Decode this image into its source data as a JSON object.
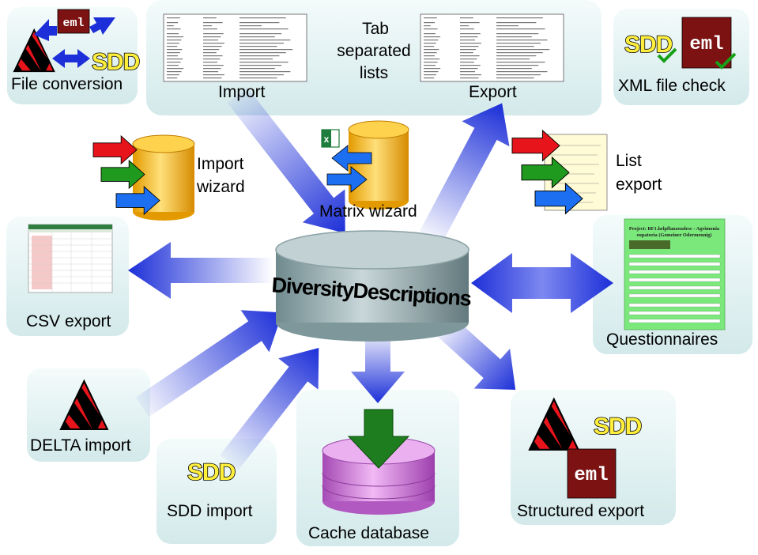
{
  "center": {
    "title": "DiversityDescriptions"
  },
  "nodes": {
    "file_conversion": "File conversion",
    "tab_separated": [
      "Tab",
      "separated",
      "lists"
    ],
    "import": "Import",
    "export": "Export",
    "xml_file_check": "XML file check",
    "import_wizard": [
      "Import",
      "wizard"
    ],
    "matrix_wizard": "Matrix wizard",
    "list_export": [
      "List",
      "export"
    ],
    "csv_export": "CSV export",
    "questionnaires": "Questionnaires",
    "delta_import": "DELTA import",
    "sdd_import": "SDD import",
    "cache_database": "Cache database",
    "structured_export": "Structured export"
  },
  "icons": {
    "sdd": "SDD",
    "eml": "eml"
  },
  "questionnaire": {
    "project_title": "Project: BF1.helpflanzendesc - Agrimonia eupatoria (Gemeiner Odermennig)"
  },
  "colors": {
    "box_top": "#f3fafa",
    "box_bottom": "#d7ecec",
    "arrow_blue": "#2b3de0",
    "arrow_green": "#1f8a1f",
    "arrow_red": "#e0201a",
    "db_cylinder": "#8fa8ac",
    "cache_cylinder": "#d77ee0",
    "eml_bg": "#7c1212",
    "sdd_yellow": "#ffef3c"
  }
}
